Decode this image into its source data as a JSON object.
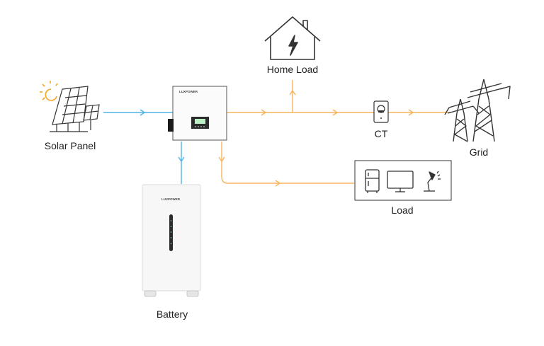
{
  "labels": {
    "home_load": "Home Load",
    "solar_panel": "Solar Panel",
    "ct": "CT",
    "grid": "Grid",
    "load": "Load",
    "battery": "Battery"
  },
  "brand": {
    "inverter_logo": "LUXPOWER",
    "battery_logo": "LUXPOWER"
  },
  "colors": {
    "dc_flow": "#4fb3e8",
    "ac_flow": "#f7b45a",
    "stroke": "#333333"
  },
  "icons": {
    "home_load": "house-lightning-icon",
    "solar": "solar-panel-sun-icon",
    "grid": "power-tower-icon",
    "load_items": [
      "fridge-icon",
      "monitor-icon",
      "desk-lamp-icon"
    ]
  }
}
